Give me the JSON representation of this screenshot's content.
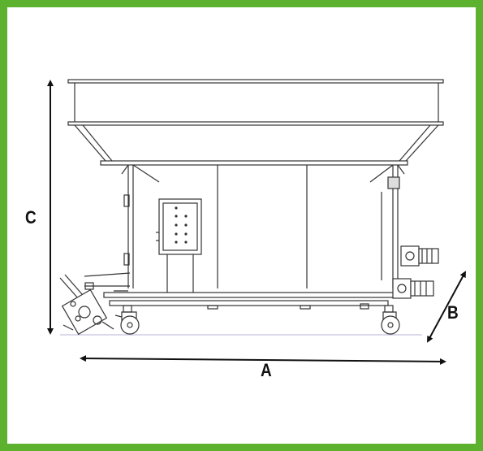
{
  "diagram": {
    "frame_color": "#5cb22f",
    "dimensions": {
      "height_label": "C",
      "depth_label": "B",
      "width_label": "A"
    }
  }
}
